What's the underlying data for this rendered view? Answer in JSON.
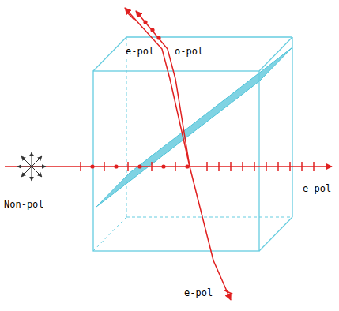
{
  "diagram": {
    "labels": [
      "e-pol",
      "o-pol",
      "Non-pol",
      "e-pol",
      "e-pol"
    ]
  }
}
